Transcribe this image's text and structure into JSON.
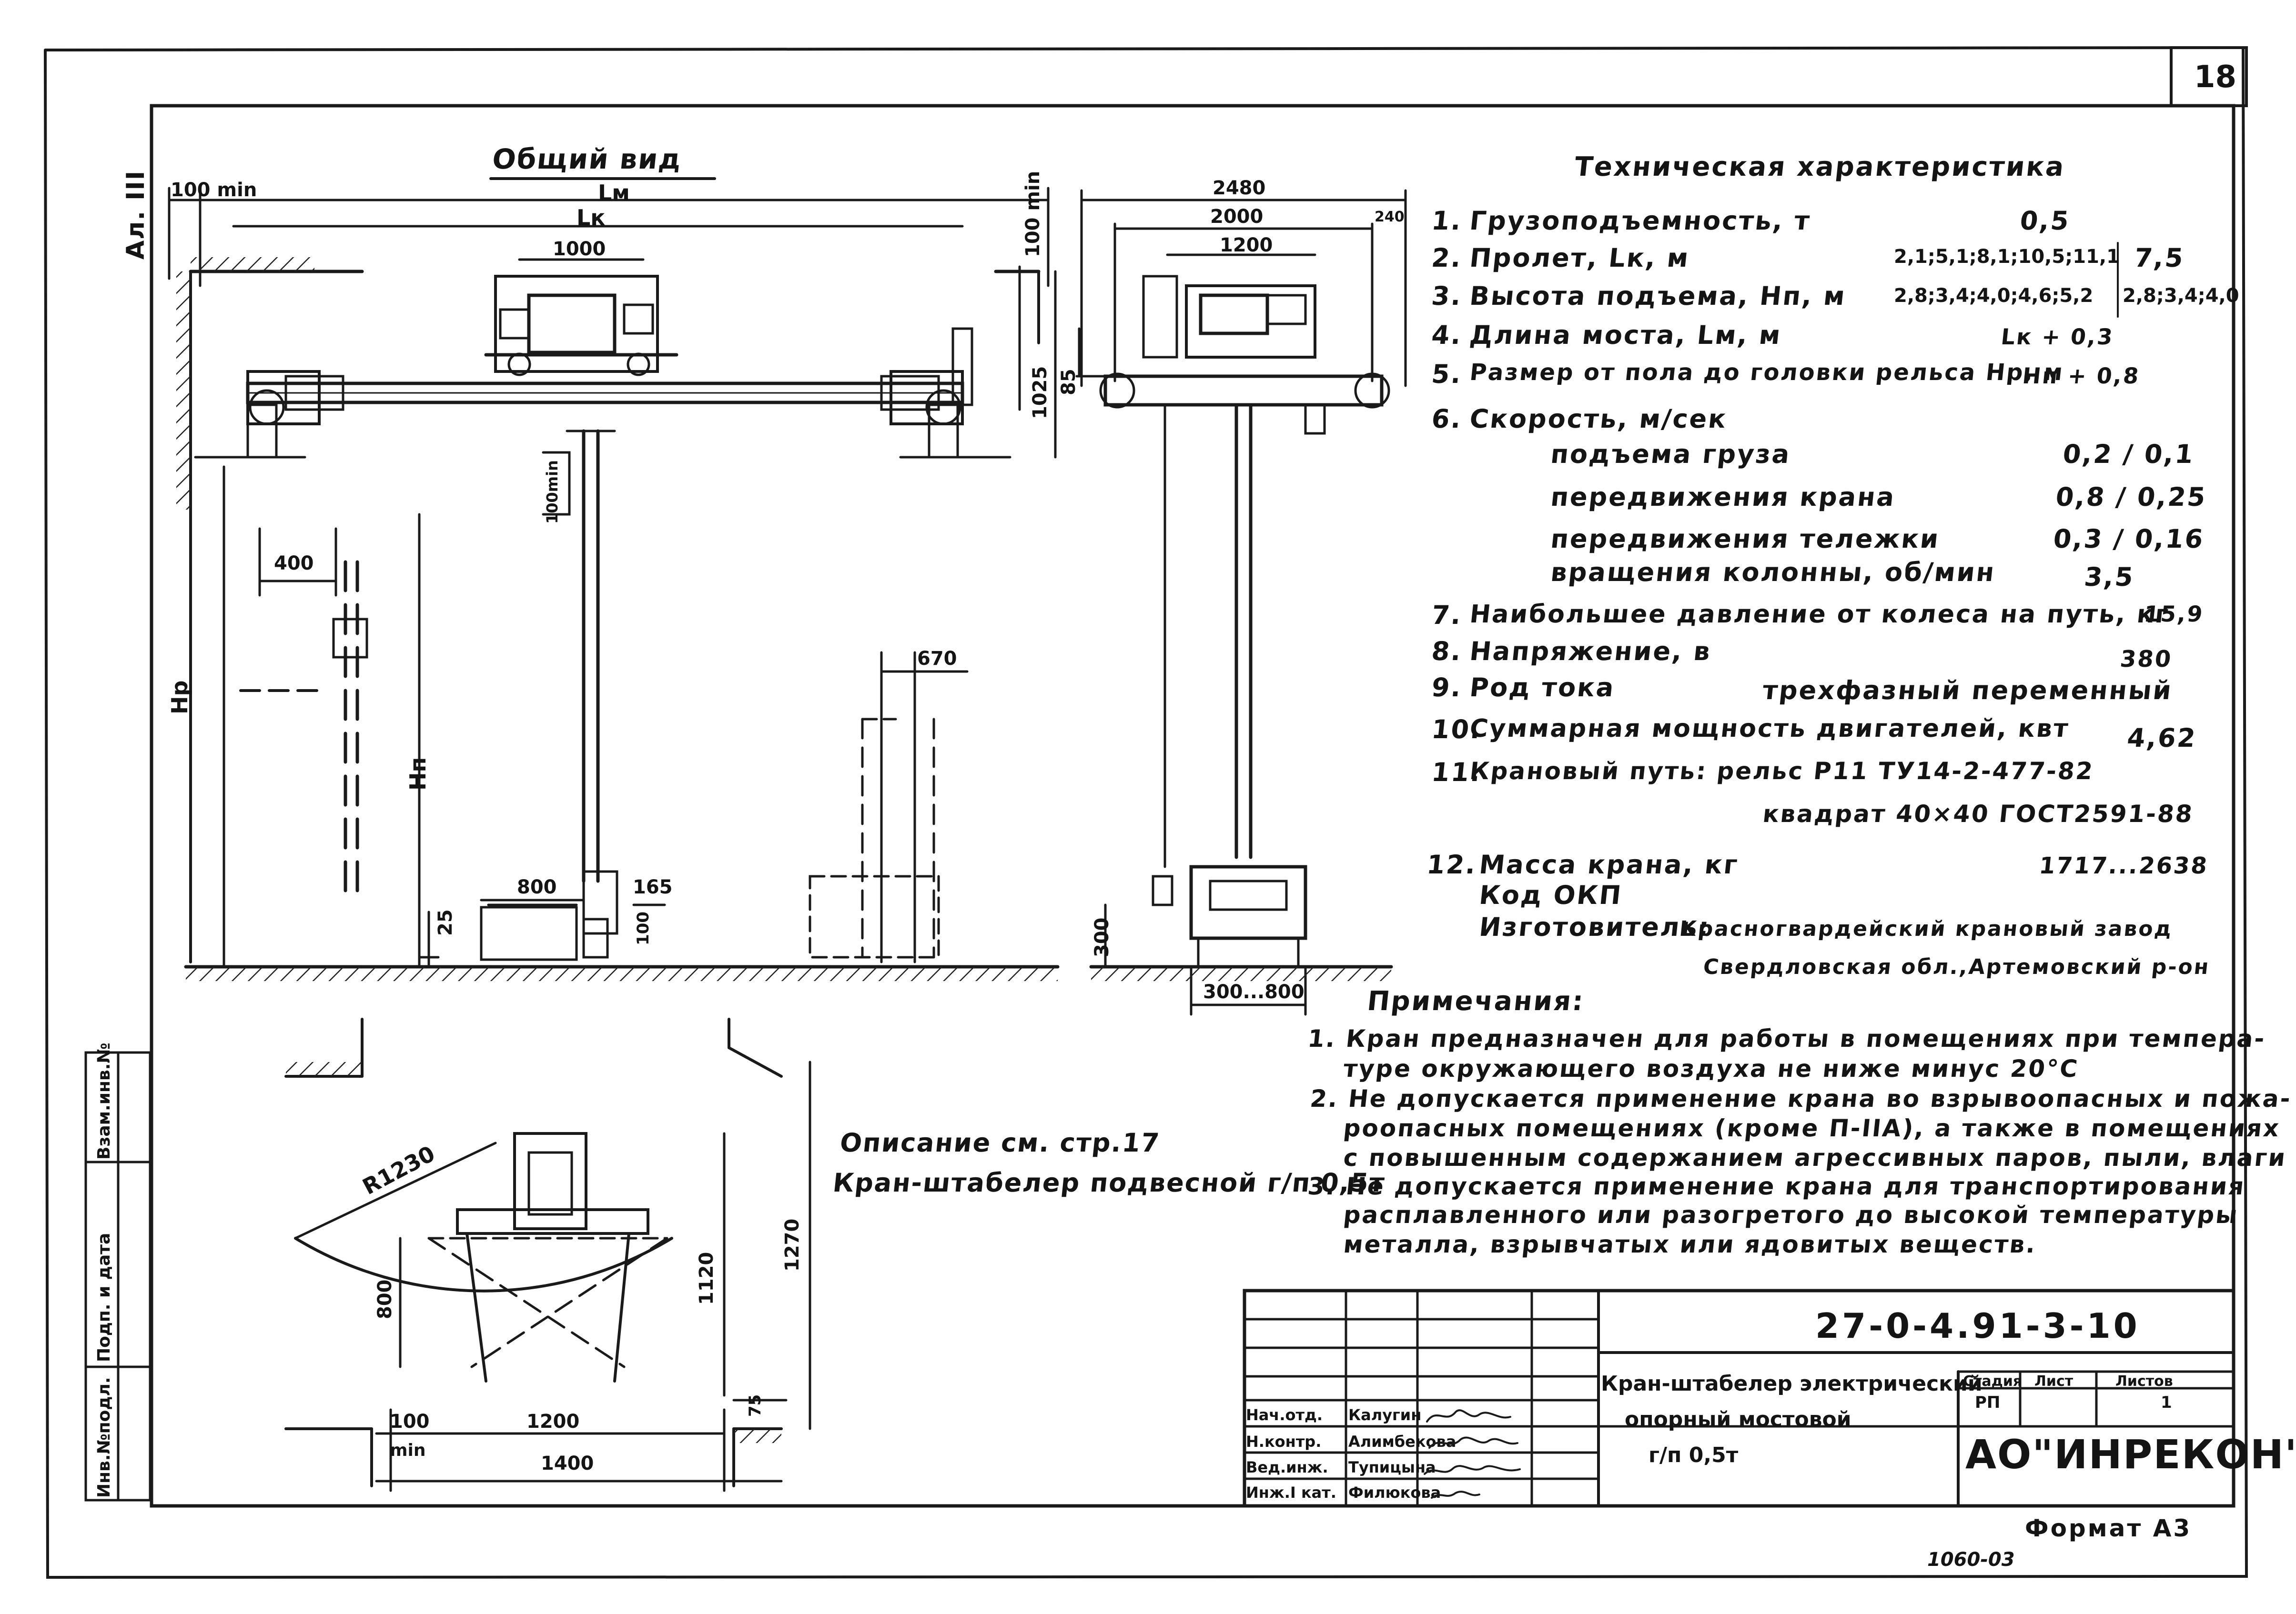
{
  "sheet_number": "18",
  "album_marker": "Ал. III",
  "view_title": "Общий вид",
  "dimensions": {
    "d100min_left": "100 min",
    "lm": "Lм",
    "lk": "Lк",
    "d1000": "1000",
    "d100min_right": "100 min",
    "d1025": "1025",
    "d85": "85",
    "d100min_hook": "100min",
    "d400": "400",
    "hp": "Hр",
    "hn": "Hп",
    "d670": "670",
    "d800": "800",
    "d165": "165",
    "d25": "25",
    "d100_small": "100",
    "d2480": "2480",
    "d2000": "2000",
    "d240": "240",
    "d1200": "1200",
    "d300": "300",
    "d300_800": "300...800",
    "r1230": "R1230",
    "d800_plan": "800",
    "d1120": "1120",
    "d1270": "1270",
    "d75": "75",
    "d100_plan": "100",
    "min_plan": "min",
    "d1200_plan": "1200",
    "d1400": "1400"
  },
  "description": {
    "line1": "Описание см. стр.17",
    "line2": "Кран-штабелер подвесной г/п 0,5т"
  },
  "tech": {
    "title": "Техническая характеристика",
    "rows": [
      {
        "num": "1.",
        "label": "Грузоподъемность, т",
        "value": "0,5",
        "value2": ""
      },
      {
        "num": "2.",
        "label": "Пролет, Lк, м",
        "value": "2,1;5,1;8,1;10,5;11,1",
        "value2": "7,5"
      },
      {
        "num": "3.",
        "label": "Высота подъема, Hп, м",
        "value": "2,8;3,4;4,0;4,6;5,2",
        "value2": "2,8;3,4;4,0"
      },
      {
        "num": "4.",
        "label": "Длина моста, Lм, м",
        "value": "Lк + 0,3",
        "value2": ""
      },
      {
        "num": "5.",
        "label": "Размер от пола до головки рельса Hр, м",
        "value": "Hп + 0,8",
        "value2": ""
      },
      {
        "num": "6.",
        "label": "Скорость, м/сек",
        "value": "",
        "value2": ""
      }
    ],
    "speeds": [
      {
        "label": "подъема груза",
        "value": "0,2 / 0,1"
      },
      {
        "label": "передвижения крана",
        "value": "0,8 / 0,25"
      },
      {
        "label": "передвижения тележки",
        "value": "0,3 / 0,16"
      },
      {
        "label": "вращения колонны, об/мин",
        "value": "3,5"
      }
    ],
    "rows2": [
      {
        "num": "7.",
        "label": "Наибольшее давление от колеса на путь, кг",
        "value": "15,9"
      },
      {
        "num": "8.",
        "label": "Напряжение, в",
        "value": "380"
      },
      {
        "num": "9.",
        "label": "Род тока",
        "value": "трехфазный переменный"
      },
      {
        "num": "10.",
        "label": "Суммарная мощность двигателей, квт",
        "value": "4,62"
      },
      {
        "num": "11.",
        "label": "Крановый путь: рельс Р11 ТУ14-2-477-82",
        "value": ""
      }
    ],
    "rail_line2": "квадрат 40×40 ГОСТ2591-88",
    "mass_num": "12.",
    "mass_label": "Масса крана, кг",
    "mass_value": "1717...2638",
    "okp": "Код ОКП",
    "maker_label": "Изготовитель:",
    "maker": "Красногвардейский крановый завод",
    "maker_addr": "Свердловская обл.,Артемовский р-он"
  },
  "notes": {
    "title": "Примечания:",
    "items": [
      "1. Кран предназначен для работы в помещениях при темпера-",
      "туре окружающего воздуха не ниже минус 20°С",
      "2. Не допускается применение крана во взрывоопасных и пожа-",
      "роопасных помещениях (кроме П-IIА), а также в помещениях",
      "с повышенным содержанием агрессивных паров, пыли, влаги",
      "3. Не допускается применение крана для транспортирования",
      "расплавленного или разогретого до высокой температуры",
      "металла, взрывчатых или ядовитых веществ."
    ]
  },
  "side_stamp": [
    "Инв.№подл.",
    "Подп. и дата",
    "Взам.инв.№"
  ],
  "title_block": {
    "doc_code": "27-0-4.91-3-10",
    "title_lines": [
      "Кран-штабелер электрический",
      "опорный мостовой",
      "г/п 0,5т"
    ],
    "stage_header": "Стадия",
    "sheet_header": "Лист",
    "sheets_header": "Листов",
    "stage": "РП",
    "sheet": "",
    "sheets": "1",
    "org": "АО\"ИНРЕКОН\"",
    "signers": [
      {
        "role": "Нач.отд.",
        "name": "Калугин"
      },
      {
        "role": "Н.контр.",
        "name": "Алимбекова"
      },
      {
        "role": "Вед.инж.",
        "name": "Тупицына"
      },
      {
        "role": "Инж.I кат.",
        "name": "Филюкова"
      }
    ]
  },
  "format": "Формат А3",
  "bottom_code": "1060-03"
}
